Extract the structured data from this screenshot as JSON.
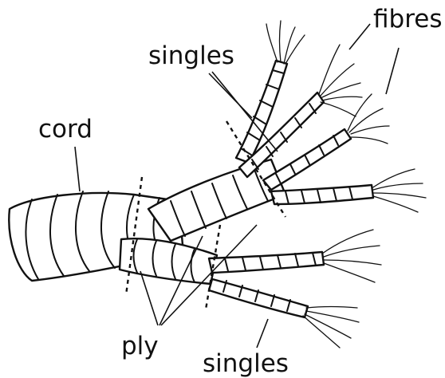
{
  "labels": {
    "fibres": "fibres",
    "singles_top": "singles",
    "cord": "cord",
    "ply": "ply",
    "singles_bottom": "singles"
  }
}
